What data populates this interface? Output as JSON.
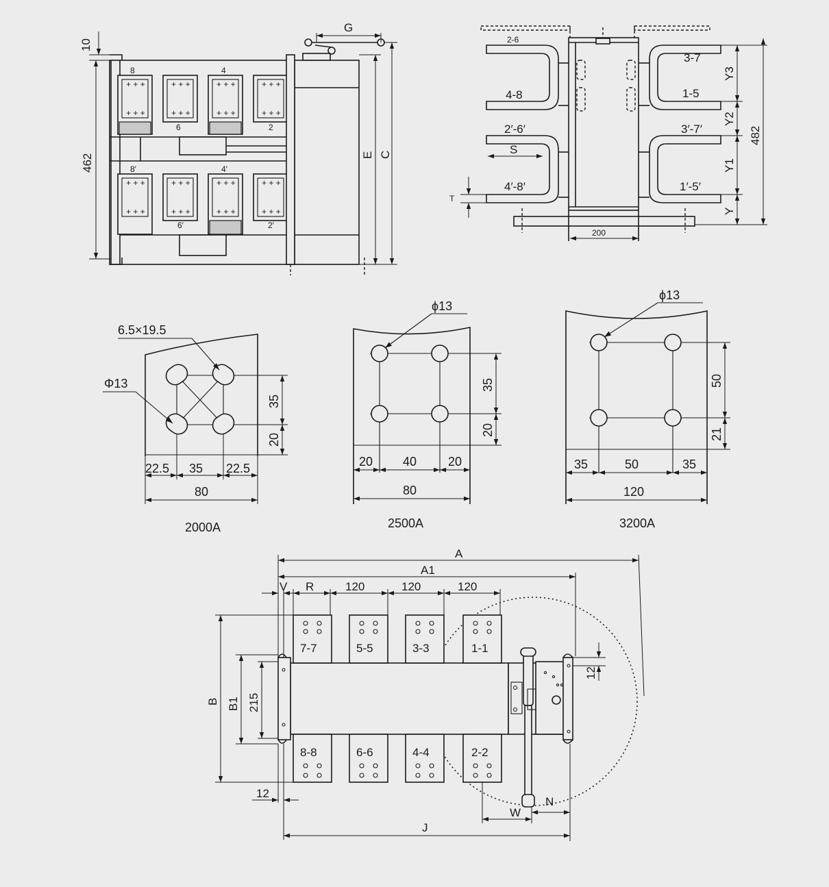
{
  "front_view": {
    "dim_top": "10",
    "dim_height": "462",
    "dim_g": "G",
    "dim_e": "E",
    "dim_c": "C",
    "terminals_top": [
      "8",
      "4"
    ],
    "terminals_top_lower": [
      "6",
      "2"
    ],
    "terminals_bottom": [
      "8′",
      "4′"
    ],
    "terminals_bottom_lower": [
      "6′",
      "2′"
    ]
  },
  "side_view": {
    "left_labels": [
      "2-6",
      "4-8",
      "2′-6′",
      "4′-8′"
    ],
    "right_labels": [
      "3-7",
      "1-5",
      "3′-7′",
      "1′-5′"
    ],
    "dim_s": "S",
    "dim_t": "T",
    "dim_200": "200",
    "dim_482": "482",
    "dim_y3": "Y3",
    "dim_y2": "Y2",
    "dim_y1": "Y1",
    "dim_y": "Y"
  },
  "patterns": [
    {
      "caption": "2000A",
      "slot_label": "6.5×19.5",
      "hole_label": "Φ13",
      "v_dims": [
        "35",
        "20"
      ],
      "h_dims": [
        "22.5",
        "35",
        "22.5"
      ],
      "total": "80"
    },
    {
      "caption": "2500A",
      "hole_label": "ϕ13",
      "v_dims": [
        "35",
        "20"
      ],
      "h_dims": [
        "20",
        "40",
        "20"
      ],
      "total": "80"
    },
    {
      "caption": "3200A",
      "hole_label": "ϕ13",
      "v_dims": [
        "50",
        "21"
      ],
      "h_dims": [
        "35",
        "50",
        "35"
      ],
      "total": "120"
    }
  ],
  "top_view": {
    "dim_a": "A",
    "dim_a1": "A1",
    "dim_v": "V",
    "dim_r": "R",
    "pitch": [
      "120",
      "120",
      "120"
    ],
    "dim_b": "B",
    "dim_b1": "B1",
    "dim_215": "215",
    "dim_12_top": "12",
    "dim_12_bottom": "12",
    "dim_w": "W",
    "dim_n": "N",
    "dim_j": "J",
    "upper_terminals": [
      "7-7",
      "5-5",
      "3-3",
      "1-1"
    ],
    "lower_terminals": [
      "8-8",
      "6-6",
      "4-4",
      "2-2"
    ]
  }
}
